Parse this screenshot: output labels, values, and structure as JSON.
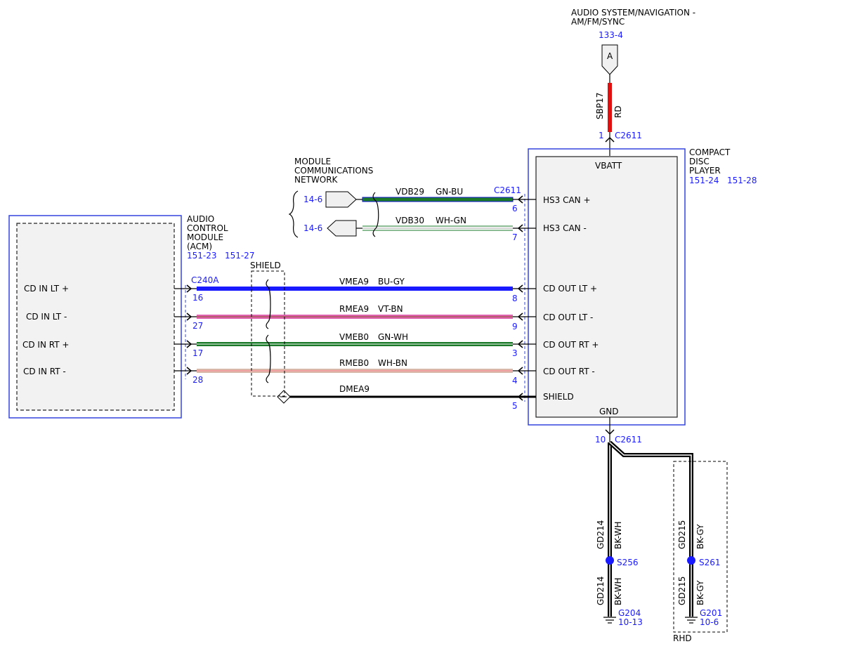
{
  "top_system": {
    "line1": "AUDIO SYSTEM/NAVIGATION -",
    "line2": "AM/FM/SYNC",
    "ref": "133-4",
    "connector_letter": "A"
  },
  "power_wire": {
    "circuit": "SBP17",
    "color_code": "RD",
    "color": "#e01010",
    "pin": "1",
    "connector": "C2611"
  },
  "cdp": {
    "title_lines": [
      "COMPACT",
      "DISC",
      "PLAYER"
    ],
    "refs": "151-24   151-28",
    "vbatt": "VBATT",
    "gnd": "GND",
    "pins": {
      "hs3p": "HS3 CAN +",
      "hs3m": "HS3 CAN -",
      "ltp": "CD OUT LT +",
      "ltm": "CD OUT LT -",
      "rtp": "CD OUT RT +",
      "rtm": "CD OUT RT -",
      "shield": "SHIELD"
    }
  },
  "acm": {
    "title_lines": [
      "AUDIO",
      "CONTROL",
      "MODULE",
      "(ACM)"
    ],
    "refs": "151-23   151-27",
    "connector": "C240A",
    "pins": {
      "ltp": "CD IN LT +",
      "ltm": "CD IN LT -",
      "rtp": "CD IN RT +",
      "rtm": "CD IN RT -"
    }
  },
  "network": {
    "lines": [
      "MODULE",
      "COMMUNICATIONS",
      "NETWORK"
    ],
    "ref1": "14-6",
    "ref2": "14-6"
  },
  "shield_label": "SHIELD",
  "can_connector": "C2611",
  "wires": {
    "vdb29": {
      "circuit": "VDB29",
      "color_code": "GN-BU",
      "pin_cdp": "6"
    },
    "vdb30": {
      "circuit": "VDB30",
      "color_code": "WH-GN",
      "pin_cdp": "7"
    },
    "vmea9": {
      "circuit": "VMEA9",
      "color_code": "BU-GY",
      "pin_acm": "16",
      "pin_cdp": "8"
    },
    "rmea9": {
      "circuit": "RMEA9",
      "color_code": "VT-BN",
      "pin_acm": "27",
      "pin_cdp": "9"
    },
    "vmeb0": {
      "circuit": "VMEB0",
      "color_code": "GN-WH",
      "pin_acm": "17",
      "pin_cdp": "3"
    },
    "rmeb0": {
      "circuit": "RMEB0",
      "color_code": "WH-BN",
      "pin_acm": "28",
      "pin_cdp": "4"
    },
    "dmea9": {
      "circuit": "DMEA9",
      "pin_cdp": "5"
    }
  },
  "ground": {
    "pin": "10",
    "connector": "C2611",
    "left": {
      "circuit": "GD214",
      "color_code": "BK-WH",
      "splice": "S256",
      "circuit2": "GD214",
      "color_code2": "BK-WH",
      "ground": "G204",
      "ref": "10-13"
    },
    "right": {
      "circuit": "GD215",
      "color_code": "BK-GY",
      "splice": "S261",
      "circuit2": "GD215",
      "color_code2": "BK-GY",
      "ground": "G201",
      "ref": "10-6",
      "option": "RHD"
    }
  },
  "colors": {
    "module_blue": "#3344dd",
    "label_blue": "#1a1aff",
    "green": "#1a7a2a",
    "pink": "#e060b0",
    "navy": "#1010d0"
  }
}
